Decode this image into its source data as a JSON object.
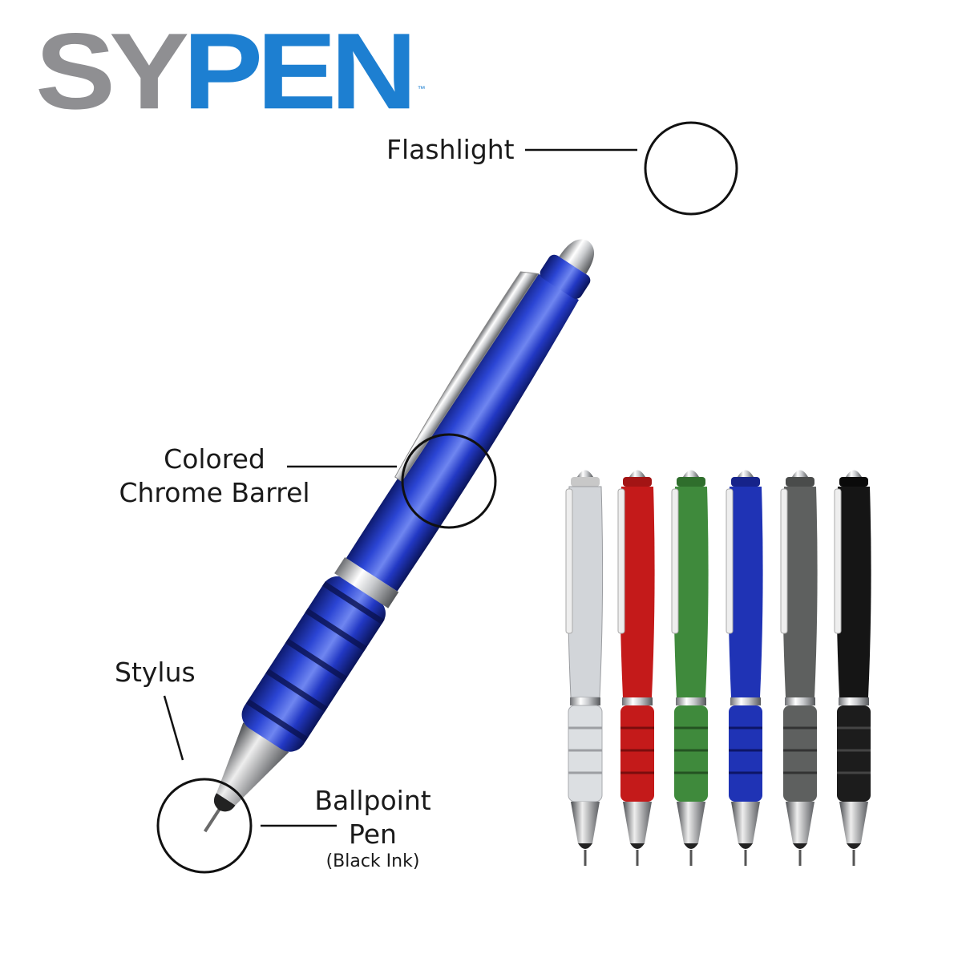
{
  "brand": {
    "logo_left": "SY",
    "logo_right": "PEN",
    "trademark": "™"
  },
  "callouts": {
    "flashlight": "Flashlight",
    "barrel_line1": "Colored",
    "barrel_line2": "Chrome Barrel",
    "stylus": "Stylus",
    "ballpoint_line1": "Ballpoint",
    "ballpoint_line2": "Pen",
    "ink": "(Black Ink)"
  },
  "colors": {
    "logo_gray": "#8f8f92",
    "logo_blue": "#1d7fd1",
    "main_pen": "#1f33b5"
  },
  "pen_variants": [
    {
      "name": "silver",
      "color": "#cfd2d6"
    },
    {
      "name": "red",
      "color": "#c41a1a"
    },
    {
      "name": "green",
      "color": "#3f8a3c"
    },
    {
      "name": "blue",
      "color": "#1f33b5"
    },
    {
      "name": "gray",
      "color": "#5e605f"
    },
    {
      "name": "black",
      "color": "#151515"
    }
  ]
}
